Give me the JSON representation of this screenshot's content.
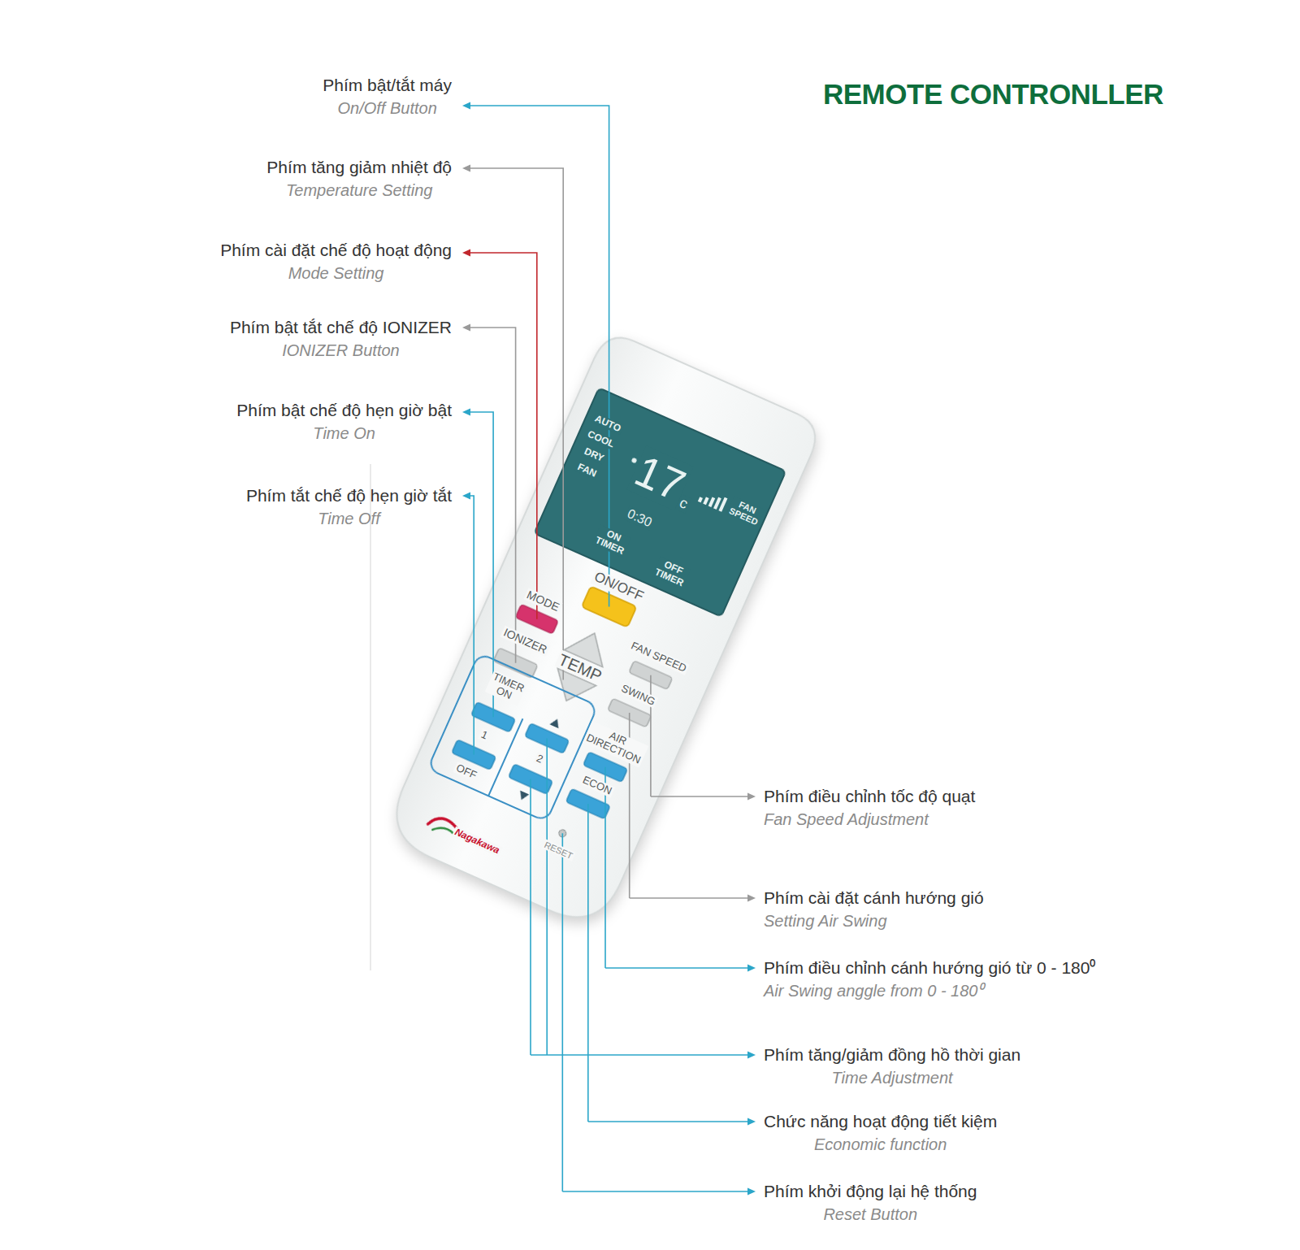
{
  "diagram": {
    "title": "REMOTE CONTRONLLER",
    "labels": [
      "Phím bật/tắt máy",
      "On/Off Button",
      "Phím tăng giảm nhiệt độ",
      "Temperature Setting",
      "Phím cài đặt chế độ hoạt động",
      "Mode Setting",
      "Phím bật tắt chế độ IONIZER",
      "IONIZER Button",
      "Phím bật chế độ hẹn giờ bật",
      "Time On",
      "Phím tắt chế độ hẹn giờ tắt",
      "Time Off",
      "Phím điều chỉnh tốc độ quạt",
      "Fan Speed Adjustment",
      "Phím cài đặt cánh hướng gió",
      "Setting Air Swing",
      "Phím điều chỉnh cánh hướng gió từ 0 - 180⁰",
      "Air Swing anggle from 0 - 180⁰",
      "Phím tăng/giảm đồng hồ thời gian",
      "Time Adjustment",
      "Chức năng hoạt động tiết kiệm",
      "Economic function",
      "Phím khởi động lại hệ thống",
      "Reset Button",
      "AUTO",
      "COOL",
      "DRY",
      "FAN",
      "17",
      "c",
      "FAN SPEED",
      "0:30",
      "ON TIMER",
      "OFF TIMER",
      "ON/OFF",
      "MODE",
      "IONIZER",
      "TEMP",
      "FAN SPEED",
      "SWING",
      "TIMER ON",
      "1",
      "OFF",
      "2",
      "AIR DIRECTION",
      "ECON",
      "RESET",
      "Nagakawa"
    ]
  }
}
